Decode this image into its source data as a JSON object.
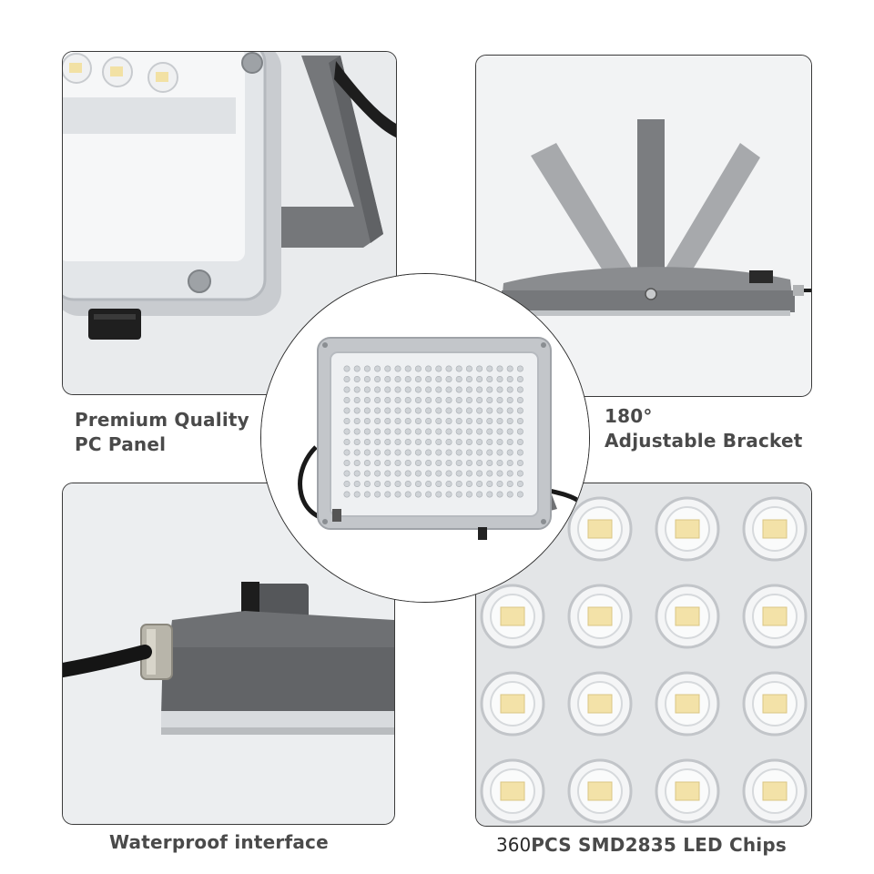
{
  "captions": {
    "top_left_line1": "Premium Quality",
    "top_left_line2": "PC Panel",
    "top_right_line1": "180°",
    "top_right_line2": "Adjustable Bracket",
    "bottom_left": "Waterproof interface",
    "bottom_right_count": "360",
    "bottom_right_rest": "PCS SMD2835 LED Chips"
  },
  "colors": {
    "housing_gray": "#6f7174",
    "panel_bg": "#eceef0",
    "text": "#4a4a4a",
    "led_chip": "#f3e2a8"
  },
  "scene": {
    "product": "LED flood light",
    "led_grid_rows": 4,
    "led_grid_cols": 4
  }
}
